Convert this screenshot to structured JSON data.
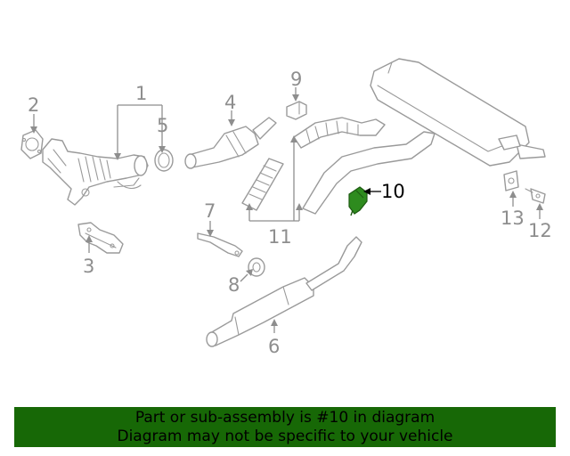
{
  "diagram": {
    "callouts": {
      "c1": "1",
      "c2": "2",
      "c3": "3",
      "c4": "4",
      "c5": "5",
      "c6": "6",
      "c7": "7",
      "c8": "8",
      "c9": "9",
      "c10": "10",
      "c11": "11",
      "c12": "12",
      "c13": "13"
    },
    "highlight_color": "#2e8b1e",
    "highlighted_part": "10"
  },
  "banner": {
    "line1": "Part or sub-assembly is #10 in diagram",
    "line2": "Diagram may not be specific to your vehicle",
    "background": "#176806"
  }
}
